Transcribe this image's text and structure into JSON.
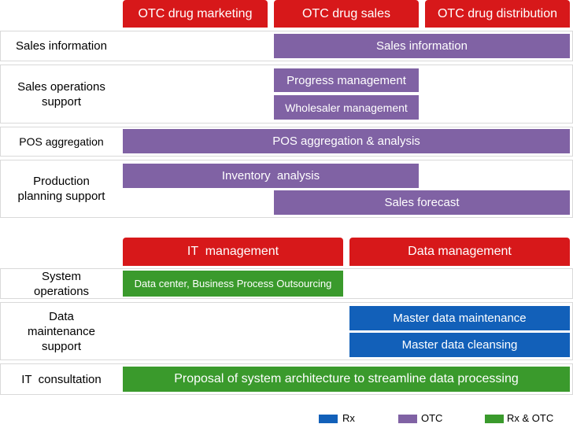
{
  "top_headers": [
    "OTC drug marketing",
    "OTC drug sales",
    "OTC drug distribution"
  ],
  "top_rows": [
    "Sales information",
    "Sales operations support",
    "POS aggregation",
    "Production planning support"
  ],
  "top_bars": {
    "sales_information": "Sales information",
    "progress_management": "Progress management",
    "wholesaler_management": "Wholesaler management",
    "pos_analysis": "POS aggregation & analysis",
    "inventory_analysis": "Inventory  analysis",
    "sales_forecast": "Sales forecast"
  },
  "bottom_headers": [
    "IT  management",
    "Data management"
  ],
  "bottom_rows": [
    "System operations",
    "Data maintenance support",
    "IT  consultation"
  ],
  "bottom_bars": {
    "data_center": "Data center, Business Process Outsourcing",
    "master_data_maintenance": "Master data maintenance",
    "master_data_cleansing": "Master data cleansing",
    "proposal": "Proposal of system architecture to streamline data processing"
  },
  "legend": [
    {
      "label": "Rx",
      "color": "#1260b9"
    },
    {
      "label": "OTC",
      "color": "#8062a4"
    },
    {
      "label": "Rx & OTC",
      "color": "#3a9a2c"
    }
  ],
  "colors": {
    "header_red": "#d7181a",
    "otc_purple": "#8062a4",
    "rx_blue": "#1260b9",
    "rx_otc_green": "#3a9a2c"
  }
}
